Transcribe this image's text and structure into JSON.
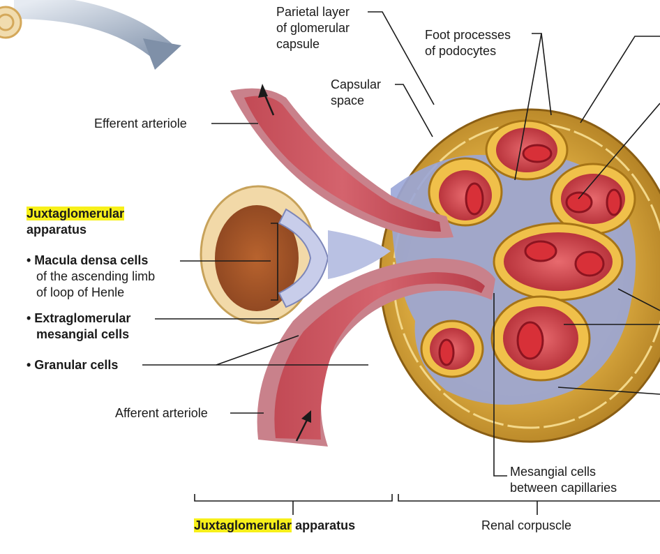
{
  "labels": {
    "parietal": [
      "Parietal layer",
      "of glomerular",
      "capsule"
    ],
    "foot": [
      "Foot processes",
      "of podocytes"
    ],
    "capsular": [
      "Capsular",
      "space"
    ],
    "efferent": "Efferent arteriole",
    "afferent": "Afferent arteriole",
    "mesangial": [
      "Mesangial cells",
      "between capillaries"
    ],
    "renal_corpuscle": "Renal corpuscle"
  },
  "jga": {
    "title_highlight": "Juxtaglomerular",
    "title_rest": "apparatus",
    "macula_bold": "• Macula densa cells",
    "macula_desc": [
      "of the ascending limb",
      "of loop of Henle"
    ],
    "extra": [
      "• Extraglomerular",
      "mesangial cells"
    ],
    "granular": "• Granular cells"
  },
  "bottom": {
    "jga_highlight": "Juxtaglomerular",
    "jga_rest": "apparatus"
  },
  "colors": {
    "highlight": "#f7f01a",
    "capsule_gold": "#c9952e",
    "vessel_red": "#b23a45",
    "mesangial_blue": "#9aa6d8"
  }
}
